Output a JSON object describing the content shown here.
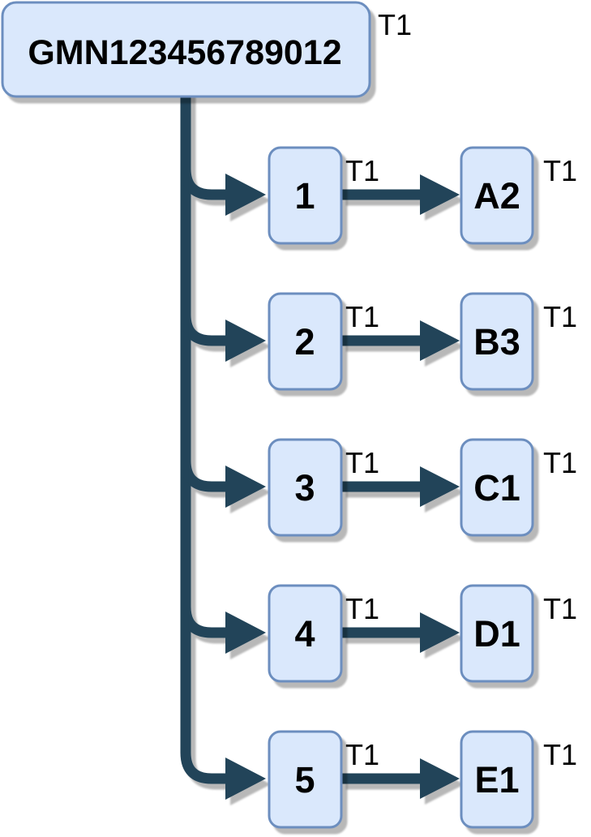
{
  "diagram": {
    "background": "#ffffff",
    "root": {
      "label": "GMN123456789012",
      "tag": "T1"
    },
    "rows": [
      {
        "left": {
          "label": "1",
          "tag": "T1"
        },
        "right": {
          "label": "A2",
          "tag": "T1"
        }
      },
      {
        "left": {
          "label": "2",
          "tag": "T1"
        },
        "right": {
          "label": "B3",
          "tag": "T1"
        }
      },
      {
        "left": {
          "label": "3",
          "tag": "T1"
        },
        "right": {
          "label": "C1",
          "tag": "T1"
        }
      },
      {
        "left": {
          "label": "4",
          "tag": "T1"
        },
        "right": {
          "label": "D1",
          "tag": "T1"
        }
      },
      {
        "left": {
          "label": "5",
          "tag": "T1"
        },
        "right": {
          "label": "E1",
          "tag": "T1"
        }
      }
    ],
    "colors": {
      "node_fill": "#dae8fc",
      "node_border": "#6c8ebf",
      "connector": "#224459",
      "label_text": "#000000"
    }
  }
}
